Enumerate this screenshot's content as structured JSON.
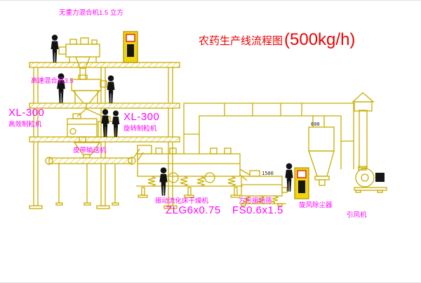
{
  "title": {
    "main": "农药生产线流程图",
    "capacity": "(500kg/h)"
  },
  "labels": {
    "top_mixer": "无重力混合机1.5 立方",
    "high_speed_mixer": "高速混合机3.5",
    "left_granulator_model": "XL-300",
    "left_granulator_name": "高效制粒机",
    "center_granulator_model": "XL-300",
    "center_granulator_name": "旋转制粒机",
    "belt_conveyor": "皮带输送机",
    "dryer_name": "振动流化床干燥机",
    "dryer_model": "ZLG6x0.75",
    "sieve_name": "方形振动筛",
    "sieve_model": "FS0.6x1.5",
    "cyclone": "旋风除尘器",
    "fan": "引风机"
  },
  "markings": {
    "duct_size": "600",
    "sieve_size": "1500"
  },
  "colors": {
    "line_yellow": "#c9ad00",
    "cabinet_fill": "#f2d40c",
    "label_magenta": "#ff00ff",
    "title_red": "#ee0000",
    "figure_black": "#121212"
  }
}
